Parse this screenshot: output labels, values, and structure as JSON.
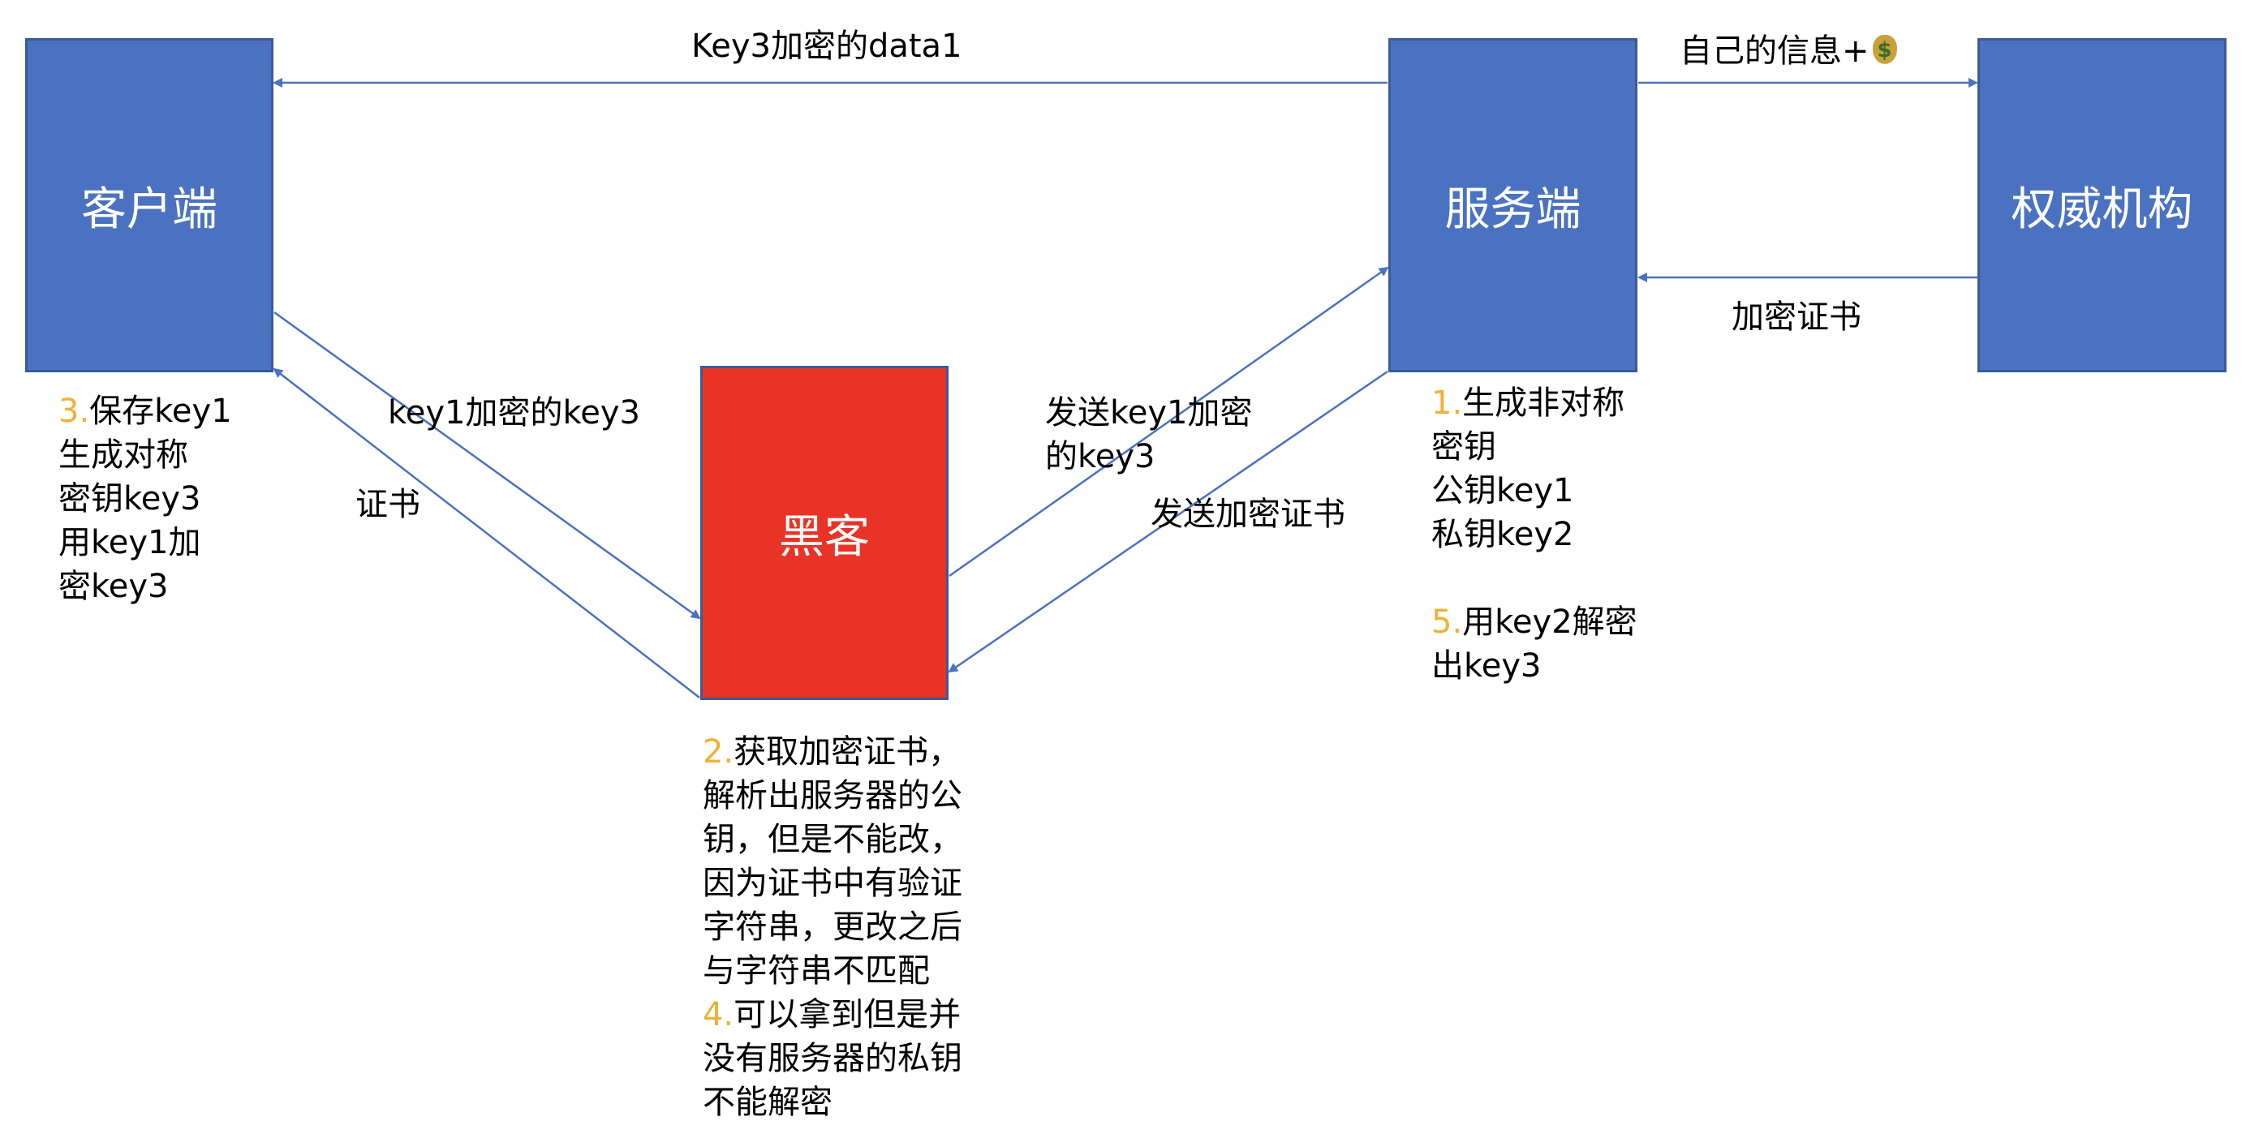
{
  "colors": {
    "box_blue": "#4a72c0",
    "box_red": "#e83326",
    "arrow": "#4a72c0",
    "step_number": "#f0b133"
  },
  "nodes": {
    "client": "客户端",
    "hacker": "黑客",
    "server": "服务端",
    "authority": "权威机构"
  },
  "edges": {
    "server_to_client": "Key3加密的data1",
    "server_to_authority": "自己的信息+",
    "authority_icon": "money-bag-icon",
    "authority_to_server": "加密证书",
    "client_to_hacker": "key1加密的key3",
    "hacker_to_client": "证书",
    "hacker_to_server": [
      "发送key1加密",
      "的key3"
    ],
    "server_to_hacker": "发送加密证书"
  },
  "notes": {
    "client": {
      "num": "3.",
      "lines": [
        "保存key1",
        "生成对称",
        "密钥key3",
        "用key1加",
        "密key3"
      ]
    },
    "server_step1": {
      "num": "1.",
      "lines": [
        "生成非对称",
        "密钥",
        "公钥key1",
        "私钥key2"
      ]
    },
    "server_step5": {
      "num": "5.",
      "lines": [
        "用key2解密",
        "出key3"
      ]
    },
    "hacker_step2": {
      "num": "2.",
      "lines": [
        "获取加密证书，",
        "解析出服务器的公",
        "钥，但是不能改，",
        "因为证书中有验证",
        "字符串，更改之后",
        "与字符串不匹配"
      ]
    },
    "hacker_step4": {
      "num": "4.",
      "lines": [
        "可以拿到但是并",
        "没有服务器的私钥",
        "不能解密"
      ]
    }
  }
}
